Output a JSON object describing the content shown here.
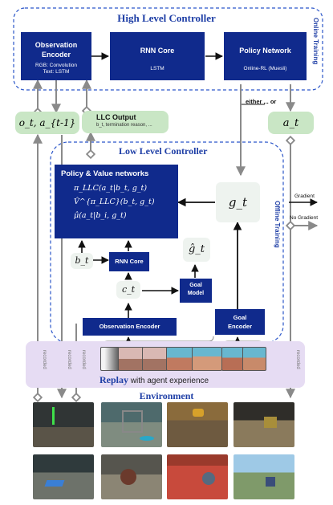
{
  "hlc": {
    "title": "High Level Controller",
    "side_label": "Online Training",
    "obs_title": "Observation Encoder",
    "obs_sub1": "RGB: Convolution",
    "obs_sub2": "Text: LSTM",
    "rnn_title": "RNN Core",
    "rnn_sub": "LSTM",
    "policy_title": "Policy Network",
    "policy_sub": "Online-RL (Muesli)"
  },
  "obs_prev": "o_t, a_{t-1}",
  "llc_output": {
    "title": "LLC Output",
    "sub": "b_t, termination reason, ..."
  },
  "either_or": "either ... or",
  "action": "a_t",
  "llc": {
    "title": "Low Level Controller",
    "side_label": "Offline Training",
    "pv_title": "Policy & Value networks",
    "pv_line1": "π_LLC(a_t|b_t, g_t)",
    "pv_line2": "V̂^{π_LLC}(b_t, g_t)",
    "pv_line3": "μ̂(a_t|b_i, g_t)",
    "goal_box": "g_t",
    "belief": "b_t",
    "rnn": "RNN Core",
    "ghat": "ĝ_t",
    "ct": "c_t",
    "goal_model": "Goal Model",
    "obs_encoder": "Observation Encoder",
    "goal_encoder": "Goal Encoder"
  },
  "legend": {
    "gradient": "Gradient",
    "no_gradient": "No Gradient"
  },
  "recorded": "recorded",
  "replay": {
    "bold": "Replay",
    "rest": "with agent experience"
  },
  "environment": "Environment",
  "colors": {
    "navy": "#102a8c",
    "title_blue": "#1f3fa6",
    "green": "#c9e6c5",
    "replay": "#e6dcf3",
    "dashed": "#2b56c9"
  }
}
